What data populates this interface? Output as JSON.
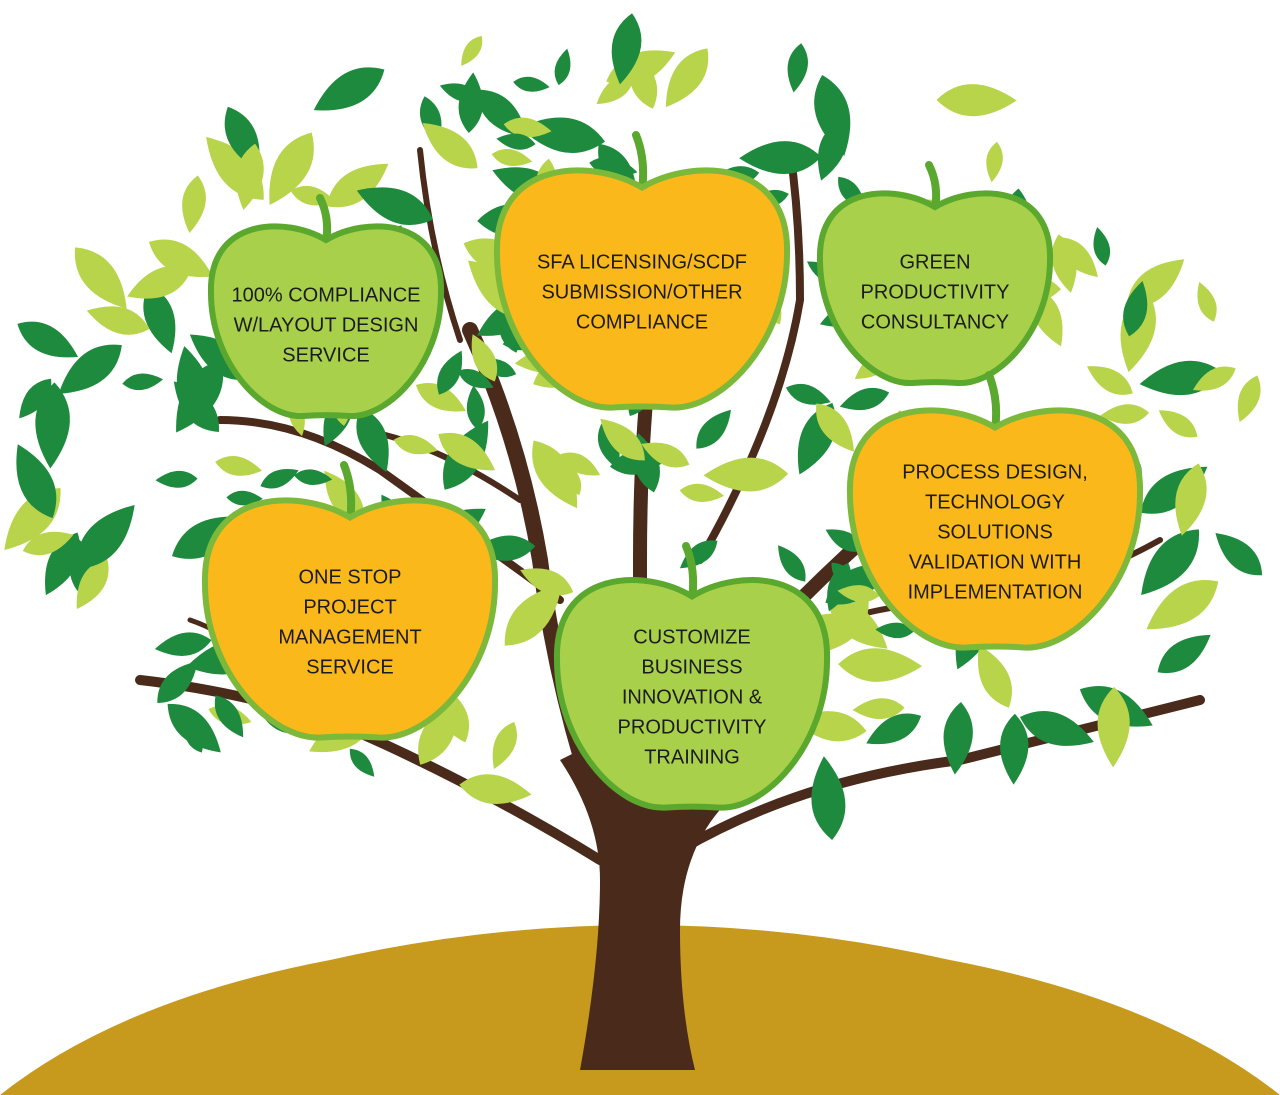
{
  "colors": {
    "trunk": "#4a2a1a",
    "ground": "#c79a1e",
    "leaf_dark": "#1e8a3e",
    "leaf_light": "#b7d44a",
    "apple_green": "#a8d04a",
    "apple_green_edge": "#5aa82e",
    "apple_orange": "#fbb81a",
    "apple_orange_edge": "#7cb83a"
  },
  "apples": [
    {
      "id": "layout-design",
      "color": "green",
      "lines": [
        "100% COMPLIANCE",
        "W/LAYOUT DESIGN",
        "SERVICE"
      ]
    },
    {
      "id": "sfa-licensing",
      "color": "orange",
      "lines": [
        "SFA LICENSING/SCDF",
        "SUBMISSION/OTHER",
        "COMPLIANCE"
      ]
    },
    {
      "id": "green-productivity",
      "color": "green",
      "lines": [
        "GREEN",
        "PRODUCTIVITY",
        "CONSULTANCY"
      ]
    },
    {
      "id": "process-design",
      "color": "orange",
      "lines": [
        "PROCESS DESIGN,",
        "TECHNOLOGY",
        "SOLUTIONS",
        "VALIDATION WITH",
        "IMPLEMENTATION"
      ]
    },
    {
      "id": "project-management",
      "color": "orange",
      "lines": [
        "ONE STOP",
        "PROJECT",
        "MANAGEMENT",
        "SERVICE"
      ]
    },
    {
      "id": "business-innovation",
      "color": "green",
      "lines": [
        "CUSTOMIZE",
        "BUSINESS",
        "INNOVATION &",
        "PRODUCTIVITY",
        "TRAINING"
      ]
    }
  ]
}
